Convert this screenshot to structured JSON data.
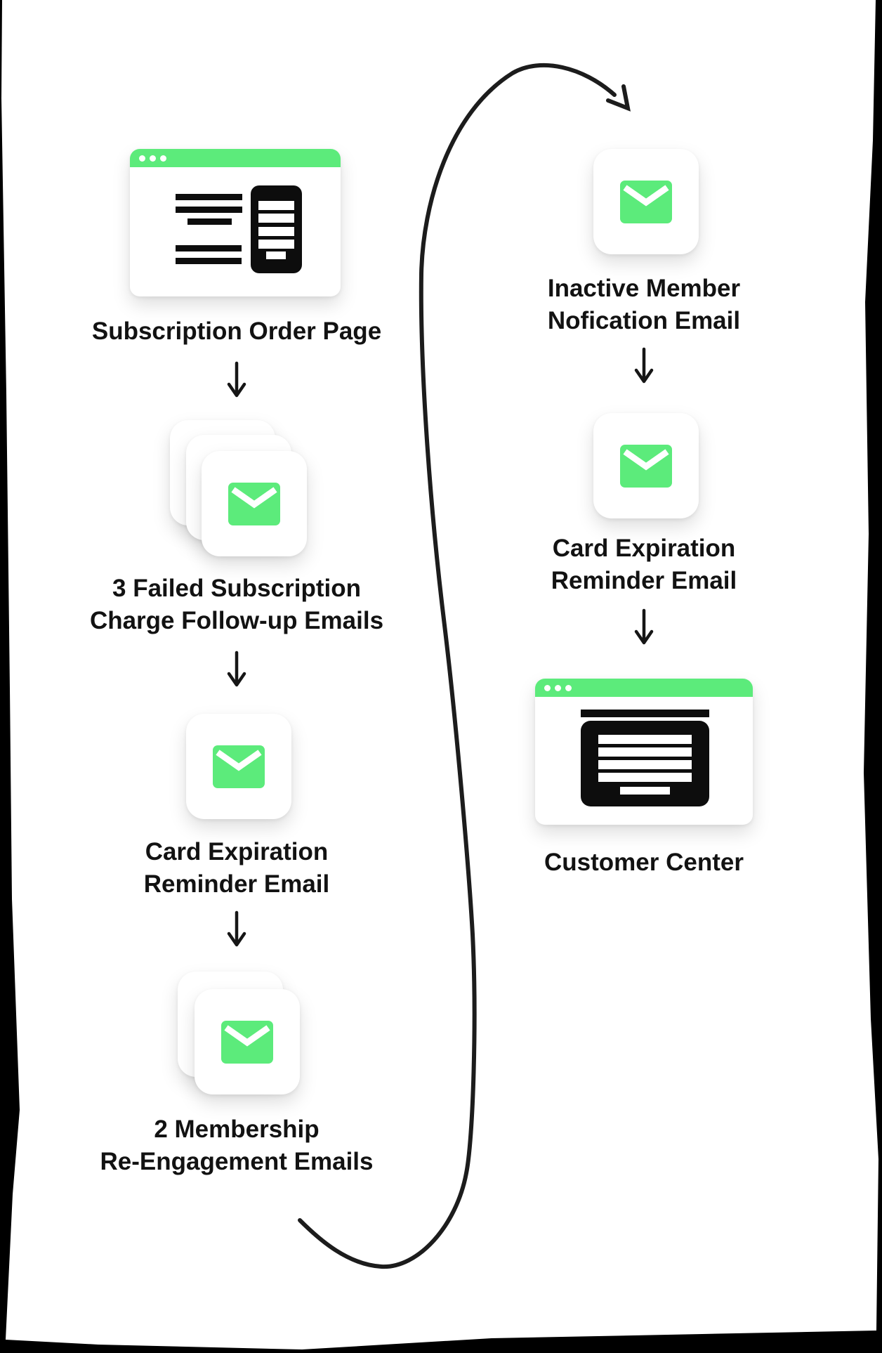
{
  "colors": {
    "accent_green": "#5ceb7b",
    "ink_black": "#0d0d0d",
    "text": "#121212",
    "card_white": "#ffffff",
    "backdrop": "#000000"
  },
  "flow": {
    "left": [
      {
        "icon": "browser-window-order-page-icon",
        "label": "Subscription Order Page"
      },
      {
        "icon": "email-stack-x3-icon",
        "lines": [
          "3 Failed Subscription",
          "Charge Follow-up Emails"
        ]
      },
      {
        "icon": "email-icon",
        "lines": [
          "Card Expiration",
          "Reminder Email"
        ]
      },
      {
        "icon": "email-stack-x2-icon",
        "lines": [
          "2 Membership",
          "Re-Engagement Emails"
        ]
      }
    ],
    "right": [
      {
        "icon": "email-icon",
        "lines": [
          "Inactive Member",
          "Nofication Email"
        ]
      },
      {
        "icon": "email-icon",
        "lines": [
          "Card Expiration",
          "Reminder Email"
        ]
      },
      {
        "icon": "browser-window-customer-center-icon",
        "label": "Customer Center"
      }
    ],
    "connectors": {
      "down_arrow_count": 5,
      "loop_arrow": "curved-loop-arrow-icon"
    }
  }
}
